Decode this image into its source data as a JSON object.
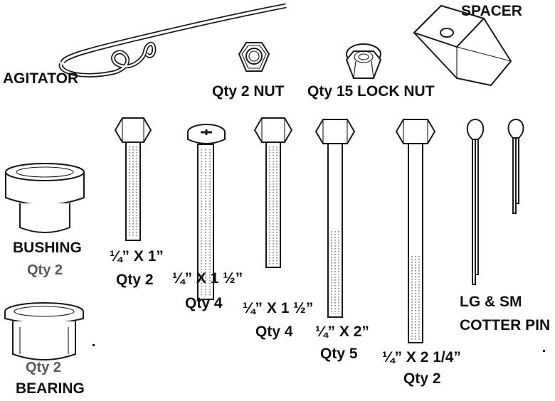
{
  "labels": {
    "agitator": "AGITATOR",
    "spacer": "SPACER",
    "nut": "Qty 2 NUT",
    "lock_nut": "Qty 15 LOCK NUT",
    "bushing": "BUSHING",
    "bushing_qty": "Qty 2",
    "bearing_qty": "Qty 2",
    "bearing": "BEARING",
    "bolt1_size": "¼” X 1”",
    "bolt1_qty": "Qty 2",
    "bolt2_size": "¼” X 1 ½”",
    "bolt2_qty": "Qty 4",
    "bolt3_size": "¼” X 1 ½”",
    "bolt3_qty": "Qty 4",
    "bolt4_size": "¼” X 2”",
    "bolt4_qty": "Qty 5",
    "bolt5_size": "¼” X 2 1/4”",
    "bolt5_qty": "Qty 2",
    "cotter_line1": "LG & SM",
    "cotter_line2": "COTTER PIN"
  },
  "icons": [
    "agitator-icon",
    "hex-nut-icon",
    "lock-nut-icon",
    "spacer-icon",
    "bushing-icon",
    "bearing-icon",
    "hex-bolt-icon",
    "phillips-screw-icon",
    "cotter-pin-icon"
  ],
  "colors": {
    "outline": "#1a1a1a",
    "text": "#111111",
    "muted_text": "#5a5a5a",
    "background": "#ffffff"
  }
}
